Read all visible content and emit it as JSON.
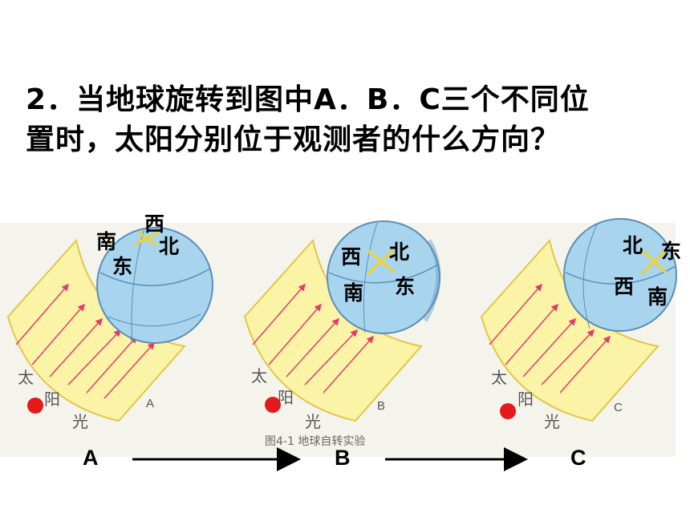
{
  "question": {
    "line1": "2．当地球旋转到图中A．B．C三个不同位",
    "line2": "置时，太阳分别位于观测者的什么方向？"
  },
  "figure": {
    "caption": "图4-1  地球自转实验",
    "sunlight_chars": [
      "太",
      "阳",
      "光"
    ],
    "panels": [
      {
        "letter": "A",
        "directions": {
          "west": "西",
          "south": "南",
          "north": "北",
          "east": "东"
        }
      },
      {
        "letter": "B",
        "directions": {
          "west": "西",
          "north": "北",
          "south": "南",
          "east": "东"
        }
      },
      {
        "letter": "C",
        "directions": {
          "north": "北",
          "east": "东",
          "west": "西",
          "south": "南"
        }
      }
    ]
  },
  "sequence": {
    "labels": [
      "A",
      "B",
      "C"
    ]
  },
  "colors": {
    "globe": "#a9d4ee",
    "light": "#fbf4a6",
    "sun_dot": "#e5191b",
    "arrow": "#e33b6a",
    "cross": "#f2d22a"
  }
}
